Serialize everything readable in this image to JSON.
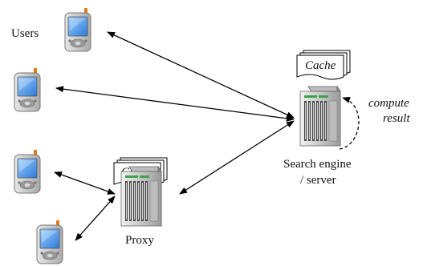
{
  "labels": {
    "users": "Users",
    "search_engine_line1": "Search engine",
    "search_engine_line2": "/ server",
    "proxy": "Proxy",
    "compute_line1": "compute",
    "compute_line2": "result"
  },
  "cache": {
    "label": "Cache"
  },
  "icons": {
    "phone": "pda-phone-icon",
    "server": "tower-server-icon",
    "document": "stacked-documents-icon"
  },
  "colors": {
    "screen": "#3b8ee6",
    "phone_body": "#c9c9c9",
    "phone_antenna": "#e07a10",
    "server_body": "#d9d9d9",
    "arrow": "#000000"
  }
}
